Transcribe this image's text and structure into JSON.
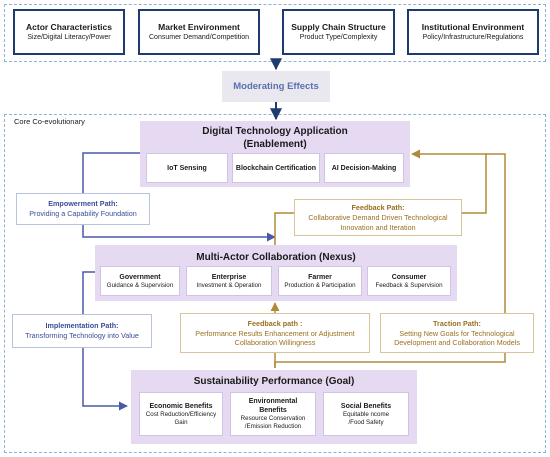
{
  "context": [
    {
      "title": "Actor Characteristics",
      "sub": "Size/Digital Literacy/Power"
    },
    {
      "title": "Market Environment",
      "sub": "Consumer Demand/Competition"
    },
    {
      "title": "Supply Chain Structure",
      "sub": "Product Type/Complexity"
    },
    {
      "title": "Institutional Environment",
      "sub": "Policy/Infrastructure/Regulations"
    }
  ],
  "moderating": "Moderating Effects",
  "core_label": "Core Co-evolutionary",
  "digital": {
    "title": "Digital Technology Application",
    "subtitle": "(Enablement)",
    "items": [
      "IoT Sensing",
      "Blockchain Certification",
      "AI Decision-Making"
    ]
  },
  "multi": {
    "title": "Multi-Actor Collaboration (Nexus)",
    "items": [
      {
        "title": "Government",
        "sub": "Guidance & Supervision"
      },
      {
        "title": "Enterprise",
        "sub": "Investment & Operation"
      },
      {
        "title": "Farmer",
        "sub": "Production & Participation"
      },
      {
        "title": "Consumer",
        "sub": "Feedback & Supervision"
      }
    ]
  },
  "sustain": {
    "title": "Sustainability Performance (Goal)",
    "items": [
      {
        "title_lines": [
          "Economic Benefits"
        ],
        "sub_lines": [
          "Cost Reduction/Efficiency",
          "Gain"
        ]
      },
      {
        "title_lines": [
          "Environmental",
          "Benefits"
        ],
        "sub_lines": [
          "Resource Conservation",
          "/Emission Reduction"
        ]
      },
      {
        "title_lines": [
          "Social Benefits"
        ],
        "sub_lines": [
          "Equitable ncome",
          "/Food Safety"
        ]
      }
    ]
  },
  "paths": {
    "empowerment": {
      "title": "Empowerment Path:",
      "text": [
        "Providing a Capability Foundation"
      ]
    },
    "feedback1": {
      "title": "Feedback Path:",
      "text": [
        "Collaborative Demand Driven Technological",
        "Innovation and Iteration"
      ]
    },
    "implementation": {
      "title": "Implementation Path:",
      "text": [
        "Transforming Technology into Value"
      ]
    },
    "feedback2": {
      "title": "Feedback path :",
      "text": [
        "Performance Results Enhancement or Adjustment",
        "Collaboration Willingness"
      ]
    },
    "traction": {
      "title": "Traction Path:",
      "text": [
        "Setting New Goals for Technological",
        "Development and Collaboration Models"
      ]
    }
  },
  "colors": {
    "navy": "#1f3a70",
    "purple_band": "#e6d9f2",
    "blue_arrow": "#4a5aa8",
    "gold_arrow": "#b08a3a"
  }
}
